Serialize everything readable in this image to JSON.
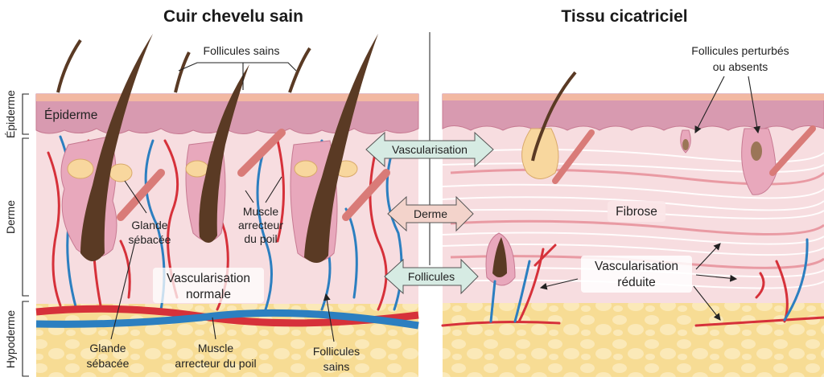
{
  "titles": {
    "left": "Cuir chevelu sain",
    "right": "Tissu cicatriciel"
  },
  "side_labels": {
    "epidermis": "Épiderme",
    "dermis": "Derme",
    "hypodermis": "Hypoderme"
  },
  "left_panel": {
    "epidermis_label": "Épiderme",
    "healthy_follicles_top": "Follicules sains",
    "sebaceous_gland": [
      "Glande",
      "sébacée"
    ],
    "arrector_muscle": [
      "Muscle",
      "arrecteur",
      "du poil"
    ],
    "normal_vascularization": [
      "Vascularisation",
      "normale"
    ],
    "bottom_sebaceous_gland": [
      "Glande",
      "sébacée"
    ],
    "bottom_arrector_muscle": [
      "Muscle",
      "arrecteur du poil"
    ],
    "bottom_healthy_follicles": [
      "Follicules",
      "sains"
    ]
  },
  "comparison_arrows": [
    {
      "label": "Vascularisation",
      "color": "#d6ebe3"
    },
    {
      "label": "Derme",
      "color": "#f3d3cb"
    },
    {
      "label": "Follicules",
      "color": "#d6ebe3"
    }
  ],
  "right_panel": {
    "disturbed_follicles": [
      "Follicules perturbés",
      "ou absents"
    ],
    "fibrosis": "Fibrose",
    "reduced_vascularization": [
      "Vascularisation",
      "réduite"
    ]
  },
  "colors": {
    "epidermis": "#d89ab0",
    "dermis": "#f7dde0",
    "hypodermis": "#f7dc94",
    "artery": "#d6313a",
    "vein": "#2c7fc0",
    "hair": "#5a3a24"
  }
}
